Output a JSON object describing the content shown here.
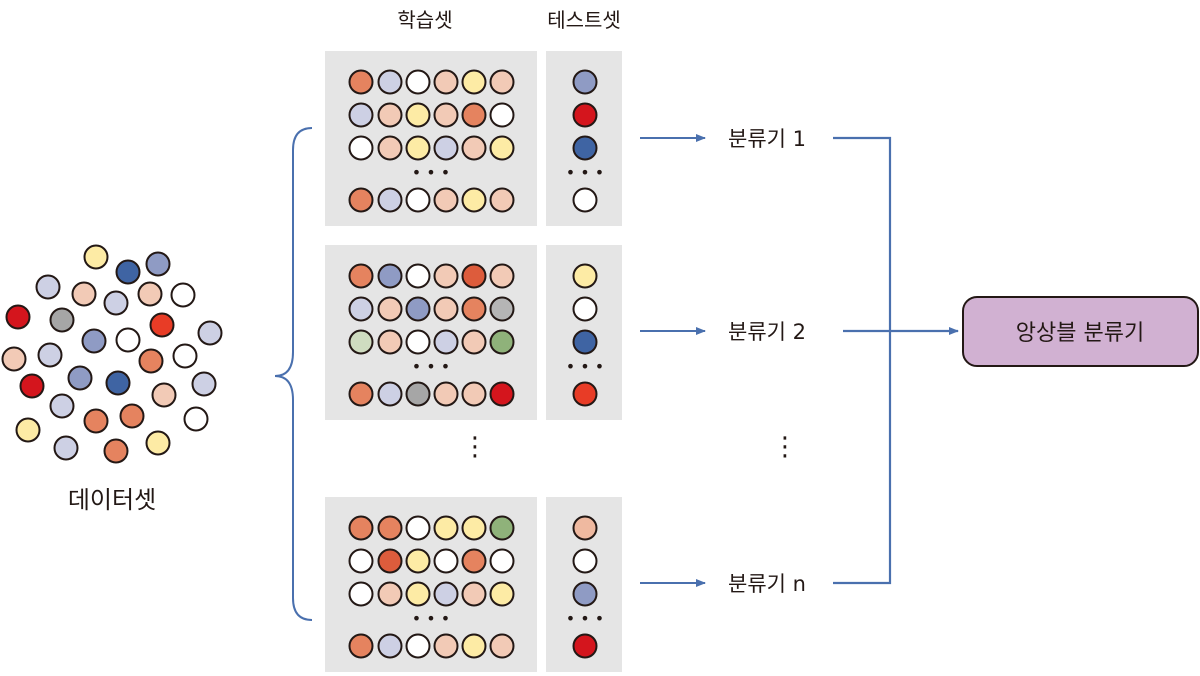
{
  "palette": {
    "w": "#ffffff",
    "L": "#cdd0e4",
    "M": "#8f9bc4",
    "B": "#3f64a3",
    "P": "#f2cab6",
    "Y": "#fdeba5",
    "O": "#e5835f",
    "D": "#dd5c3c",
    "R": "#d4151d",
    "E": "#e83c26",
    "G": "#a6a6a6",
    "g": "#b5b5b5",
    "V": "#cfdcc0",
    "N": "#8fb27a",
    "S": "#efb9a0"
  },
  "colors": {
    "connector": "#4a70ae",
    "panel": "#e5e5e5",
    "ensemble_fill": "#d1b1d2",
    "outline": "#231815"
  },
  "dataset": {
    "label": "데이터셋",
    "circles": "YBMLPLPwRGELMwPLOwMBRLPLOOYwLOYOP"
  },
  "headers": {
    "train": "학습셋",
    "test": "테스트셋"
  },
  "ellipsis": "• • •",
  "vertical_ellipsis": "⋮",
  "groups": [
    {
      "train_rows": [
        "OLwPYP",
        "LPYPOw",
        "wPYLPY",
        "OLwPYP"
      ],
      "test": [
        "M",
        "R",
        "B",
        "w"
      ],
      "classifier": "분류기 1"
    },
    {
      "train_rows": [
        "OMwPDP",
        "LPMPOg",
        "VPwLPN",
        "OLGPPR"
      ],
      "test": [
        "Y",
        "w",
        "B",
        "E"
      ],
      "classifier": "분류기 2"
    },
    {
      "train_rows": [
        "OOwYYN",
        "wDYwOw",
        "wPYLPY",
        "OLwPYP"
      ],
      "test": [
        "S",
        "w",
        "M",
        "R"
      ],
      "classifier": "분류기 n"
    }
  ],
  "ensemble": {
    "label": "앙상블 분류기"
  }
}
